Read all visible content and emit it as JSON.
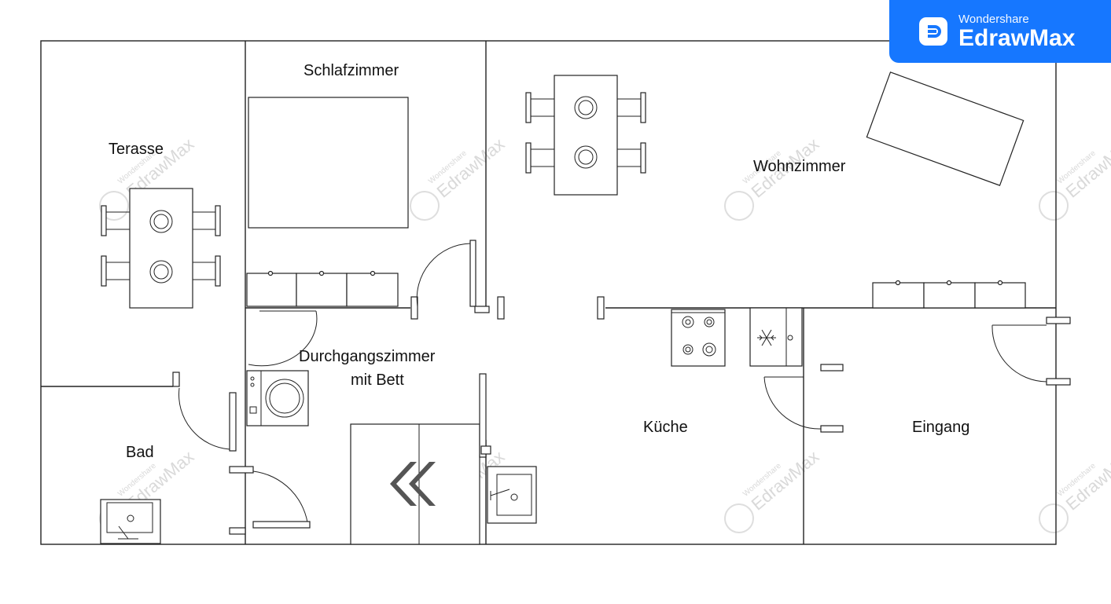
{
  "brand": {
    "company": "Wondershare",
    "product": "EdrawMax",
    "color": "#1677ff"
  },
  "rooms": {
    "terrace": "Terasse",
    "bedroom": "Schlafzimmer",
    "living_room": "Wohnzimmer",
    "walkthrough_line1": "Durchgangszimmer",
    "walkthrough_line2": "mit Bett",
    "bathroom": "Bad",
    "kitchen": "Küche",
    "entrance": "Eingang"
  },
  "watermark": {
    "company": "Wondershare",
    "product": "EdrawMax"
  },
  "icons": {
    "collapse": "double-chevron-left-icon",
    "freezer": "snowflake-icon"
  }
}
